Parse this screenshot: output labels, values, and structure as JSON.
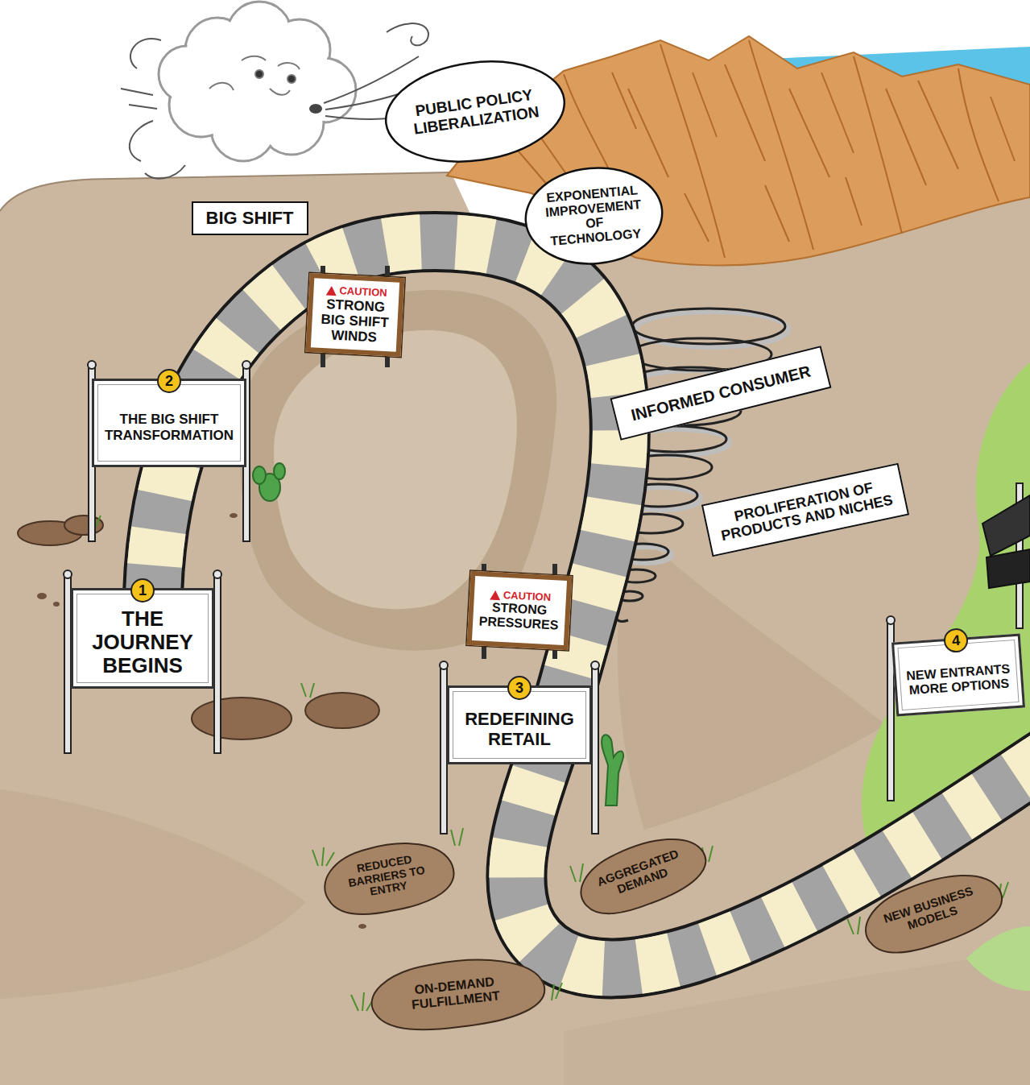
{
  "diagram": {
    "nodes": [
      {
        "text": [
          "BIG SHIFT"
        ]
      },
      {
        "text": [
          "PUBLIC POLICY LIBERALIZATION"
        ]
      },
      {
        "text": [
          "EXPONENTIAL IMPROVEMENT OF TECHNOLOGY"
        ]
      },
      {
        "text": [
          "CAUTION",
          "STRONG BIG SHIFT WINDS"
        ]
      },
      {
        "text": [
          "2",
          "THE BIG SHIFT TRANSFORMATION"
        ]
      },
      {
        "text": [
          "INFORMED CONSUMER"
        ]
      },
      {
        "text": [
          "PROLIFERATION OF PRODUCTS AND NICHES"
        ]
      },
      {
        "text": [
          "1",
          "THE JOURNEY BEGINS"
        ]
      },
      {
        "text": [
          "CAUTION",
          "STRONG PRESSURES"
        ]
      },
      {
        "text": [
          "3",
          "REDEFINING RETAIL"
        ]
      },
      {
        "text": [
          "4",
          "NEW ENTRANTS MORE OPTIONS"
        ]
      },
      {
        "text": [
          "REDUCED BARRIERS TO ENTRY"
        ]
      },
      {
        "text": [
          "AGGREGATED DEMAND"
        ]
      },
      {
        "text": [
          "ON-DEMAND FULFILLMENT"
        ]
      },
      {
        "text": [
          "NEW BUSINESS MODELS"
        ]
      }
    ]
  }
}
